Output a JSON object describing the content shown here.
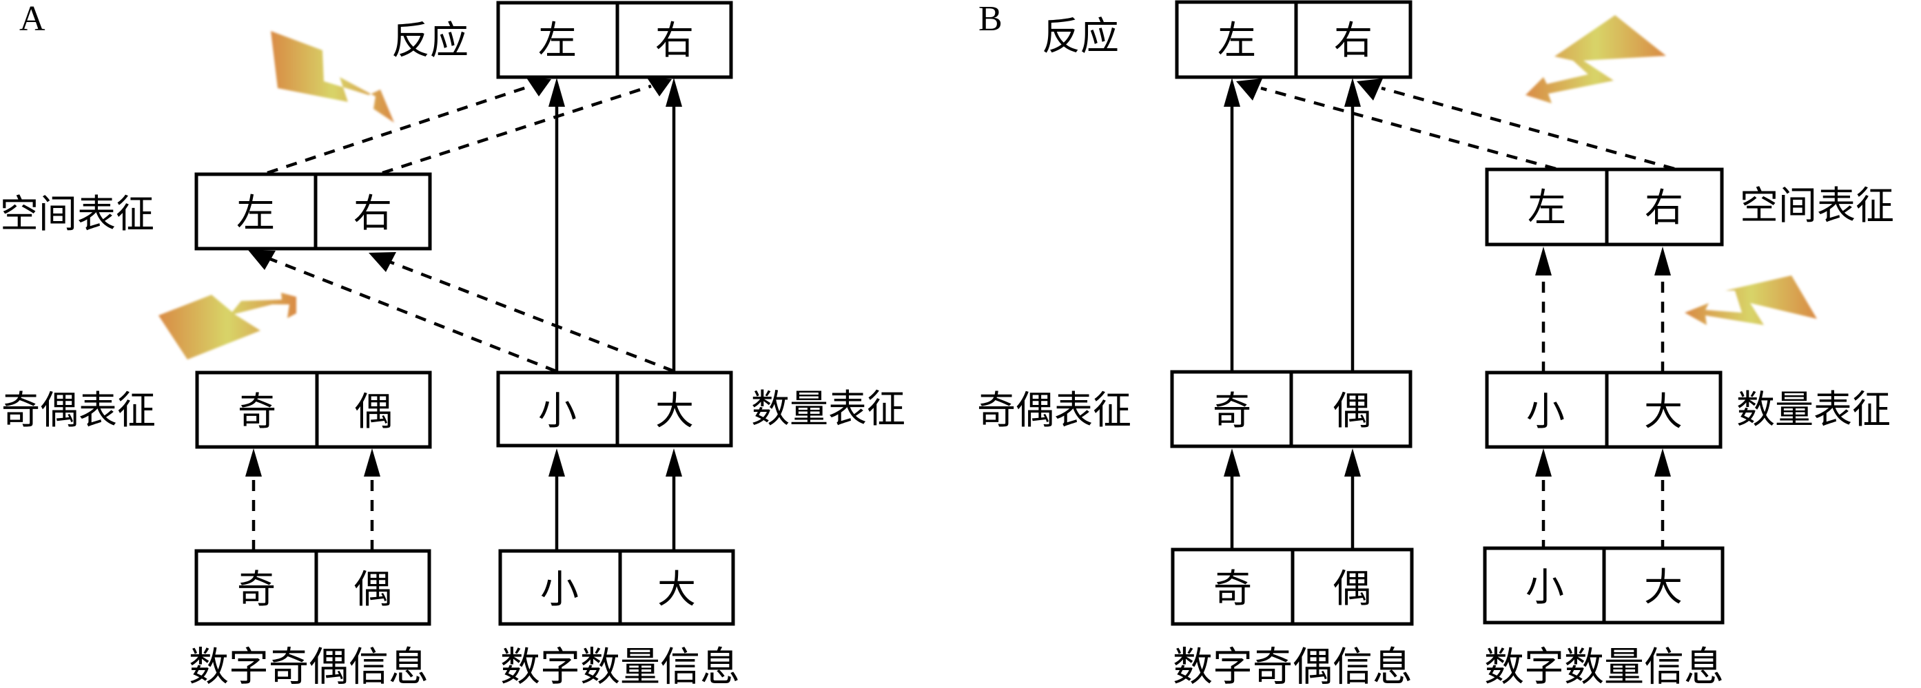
{
  "panels": [
    {
      "id": "A",
      "letter": "A",
      "layers": {
        "response": {
          "label": "反应",
          "cells": [
            "左",
            "右"
          ]
        },
        "spatial": {
          "label": "空间表征",
          "cells": [
            "左",
            "右"
          ]
        },
        "parity": {
          "label": "奇偶表征",
          "cells": [
            "奇",
            "偶"
          ]
        },
        "magnitude": {
          "label": "数量表征",
          "cells": [
            "小",
            "大"
          ]
        },
        "parity_input": {
          "label": "数字奇偶信息",
          "cells": [
            "奇",
            "偶"
          ]
        },
        "magnitude_input": {
          "label": "数字数量信息",
          "cells": [
            "小",
            "大"
          ]
        }
      },
      "connections": [
        {
          "from": "parity_input",
          "to": "parity",
          "style": "dashed"
        },
        {
          "from": "magnitude_input",
          "to": "magnitude",
          "style": "solid"
        },
        {
          "from": "magnitude",
          "to": "response",
          "style": "solid"
        },
        {
          "from": "magnitude",
          "to": "spatial",
          "style": "dashed"
        },
        {
          "from": "spatial",
          "to": "response",
          "style": "dashed"
        }
      ],
      "interference_icons": 2
    },
    {
      "id": "B",
      "letter": "B",
      "layers": {
        "response": {
          "label": "反应",
          "cells": [
            "左",
            "右"
          ]
        },
        "spatial": {
          "label": "空间表征",
          "cells": [
            "左",
            "右"
          ]
        },
        "parity": {
          "label": "奇偶表征",
          "cells": [
            "奇",
            "偶"
          ]
        },
        "magnitude": {
          "label": "数量表征",
          "cells": [
            "小",
            "大"
          ]
        },
        "parity_input": {
          "label": "数字奇偶信息",
          "cells": [
            "奇",
            "偶"
          ]
        },
        "magnitude_input": {
          "label": "数字数量信息",
          "cells": [
            "小",
            "大"
          ]
        }
      },
      "connections": [
        {
          "from": "parity_input",
          "to": "parity",
          "style": "solid"
        },
        {
          "from": "magnitude_input",
          "to": "magnitude",
          "style": "dashed"
        },
        {
          "from": "parity",
          "to": "response",
          "style": "solid"
        },
        {
          "from": "magnitude",
          "to": "spatial",
          "style": "dashed"
        },
        {
          "from": "spatial",
          "to": "response",
          "style": "dashed"
        }
      ],
      "interference_icons": 2
    }
  ],
  "colors": {
    "bolt_edge": "#d98b45",
    "bolt_center": "#d8d468",
    "line": "#000000"
  }
}
